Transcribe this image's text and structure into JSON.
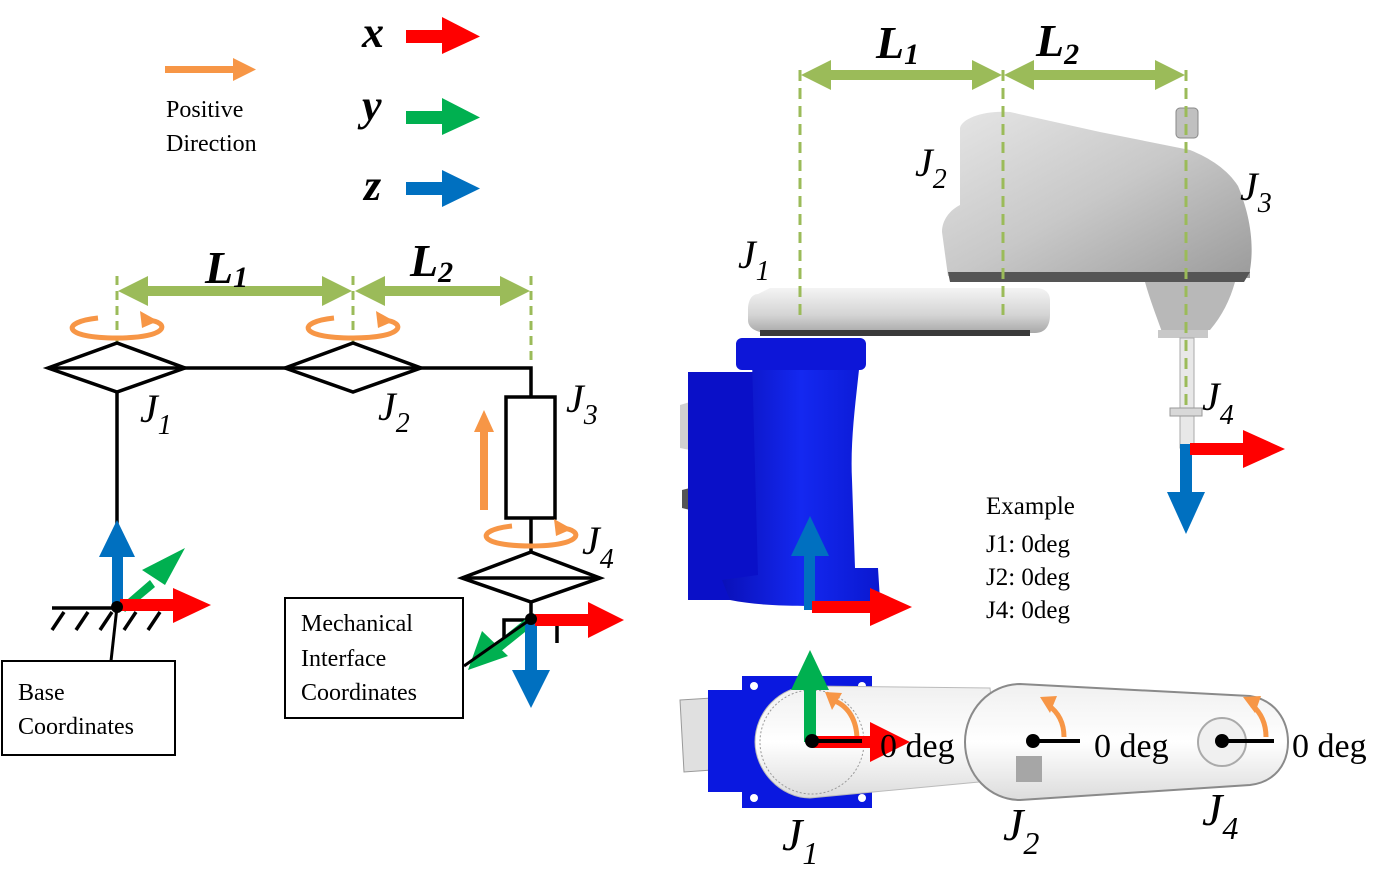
{
  "colors": {
    "x_axis": "#ff0000",
    "y_axis": "#00b050",
    "z_axis": "#0070c0",
    "positive_direction": "#f79646",
    "dimension": "#9bbb59",
    "base_blue": "#0a1be0",
    "arm_gray": "#d9d9d9"
  },
  "legend": {
    "positive_direction_line1": "Positive",
    "positive_direction_line2": "Direction",
    "x_label": "x",
    "y_label": "y",
    "z_label": "z"
  },
  "schematic": {
    "link1": {
      "letter": "L",
      "sub": "1"
    },
    "link2": {
      "letter": "L",
      "sub": "2"
    },
    "joint1": {
      "letter": "J",
      "sub": "1"
    },
    "joint2": {
      "letter": "J",
      "sub": "2"
    },
    "joint3": {
      "letter": "J",
      "sub": "3"
    },
    "joint4": {
      "letter": "J",
      "sub": "4"
    },
    "base_box": {
      "line1": "Base",
      "line2": "Coordinates"
    },
    "mech_box": {
      "line1": "Mechanical",
      "line2": "Interface",
      "line3": "Coordinates"
    }
  },
  "side_view": {
    "link1": {
      "letter": "L",
      "sub": "1"
    },
    "link2": {
      "letter": "L",
      "sub": "2"
    },
    "joint1": {
      "letter": "J",
      "sub": "1"
    },
    "joint2": {
      "letter": "J",
      "sub": "2"
    },
    "joint3": {
      "letter": "J",
      "sub": "3"
    },
    "joint4": {
      "letter": "J",
      "sub": "4"
    }
  },
  "example": {
    "title": "Example",
    "lines": [
      "J1: 0deg",
      "J2: 0deg",
      "J4: 0deg"
    ]
  },
  "top_view": {
    "joint1": {
      "letter": "J",
      "sub": "1",
      "angle_label": "0 deg"
    },
    "joint2": {
      "letter": "J",
      "sub": "2",
      "angle_label": "0 deg"
    },
    "joint4": {
      "letter": "J",
      "sub": "4",
      "angle_label": "0 deg"
    }
  }
}
